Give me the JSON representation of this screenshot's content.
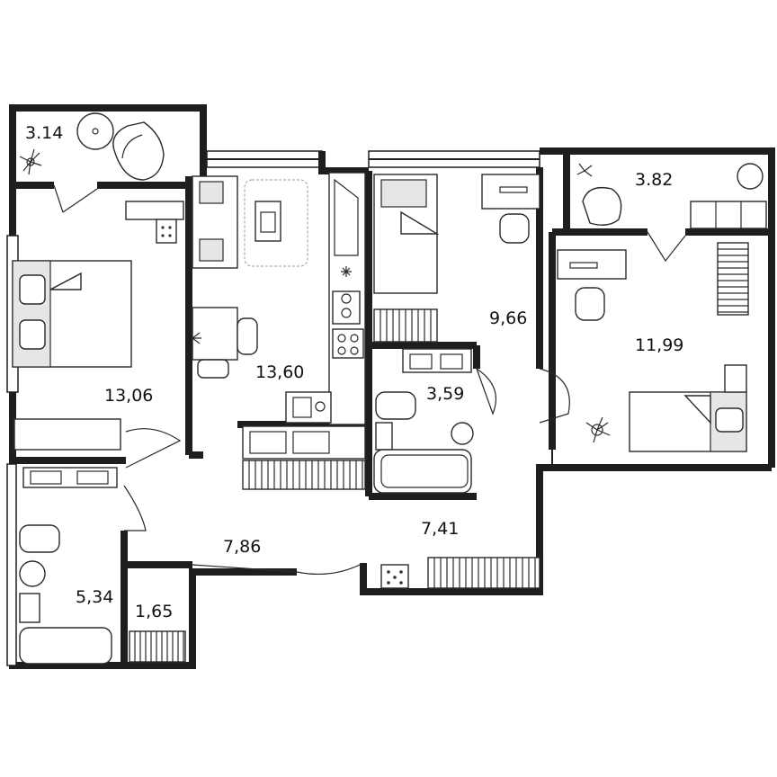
{
  "rooms": [
    {
      "id": "balcony-left",
      "area": "3.14"
    },
    {
      "id": "balcony-right",
      "area": "3.82"
    },
    {
      "id": "bedroom-left",
      "area": "13,06"
    },
    {
      "id": "kitchen-living",
      "area": "13,60"
    },
    {
      "id": "bedroom-middle",
      "area": "9,66"
    },
    {
      "id": "bedroom-right",
      "area": "11,99"
    },
    {
      "id": "bathroom-middle",
      "area": "3,59"
    },
    {
      "id": "hall-right",
      "area": "7,41"
    },
    {
      "id": "hall-left",
      "area": "7,86"
    },
    {
      "id": "bathroom-left",
      "area": "5,34"
    },
    {
      "id": "storage",
      "area": "1,65"
    }
  ]
}
